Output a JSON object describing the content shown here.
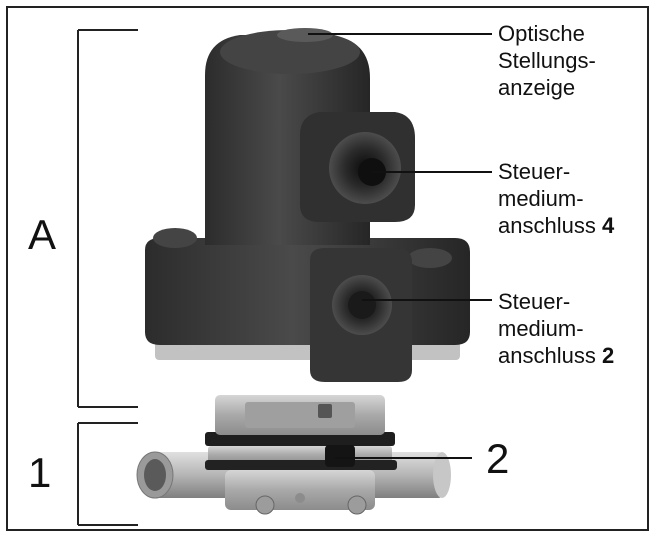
{
  "callouts": {
    "optical_indicator": [
      "Optische",
      "Stellungs-",
      "anzeige"
    ],
    "control_port_4": {
      "lines": [
        "Steuer-",
        "medium-"
      ],
      "last_text": "anschluss",
      "last_number": "4"
    },
    "control_port_2": {
      "lines": [
        "Steuer-",
        "medium-"
      ],
      "last_text": "anschluss",
      "last_number": "2"
    },
    "label_A": "A",
    "label_1": "1",
    "label_2": "2"
  },
  "colors": {
    "actuator_body": "#3a3a3a",
    "actuator_highlight": "#555555",
    "metal": "#b9b9b9",
    "metal_dark": "#8a8a8a",
    "gasket": "#1e1e1e"
  }
}
